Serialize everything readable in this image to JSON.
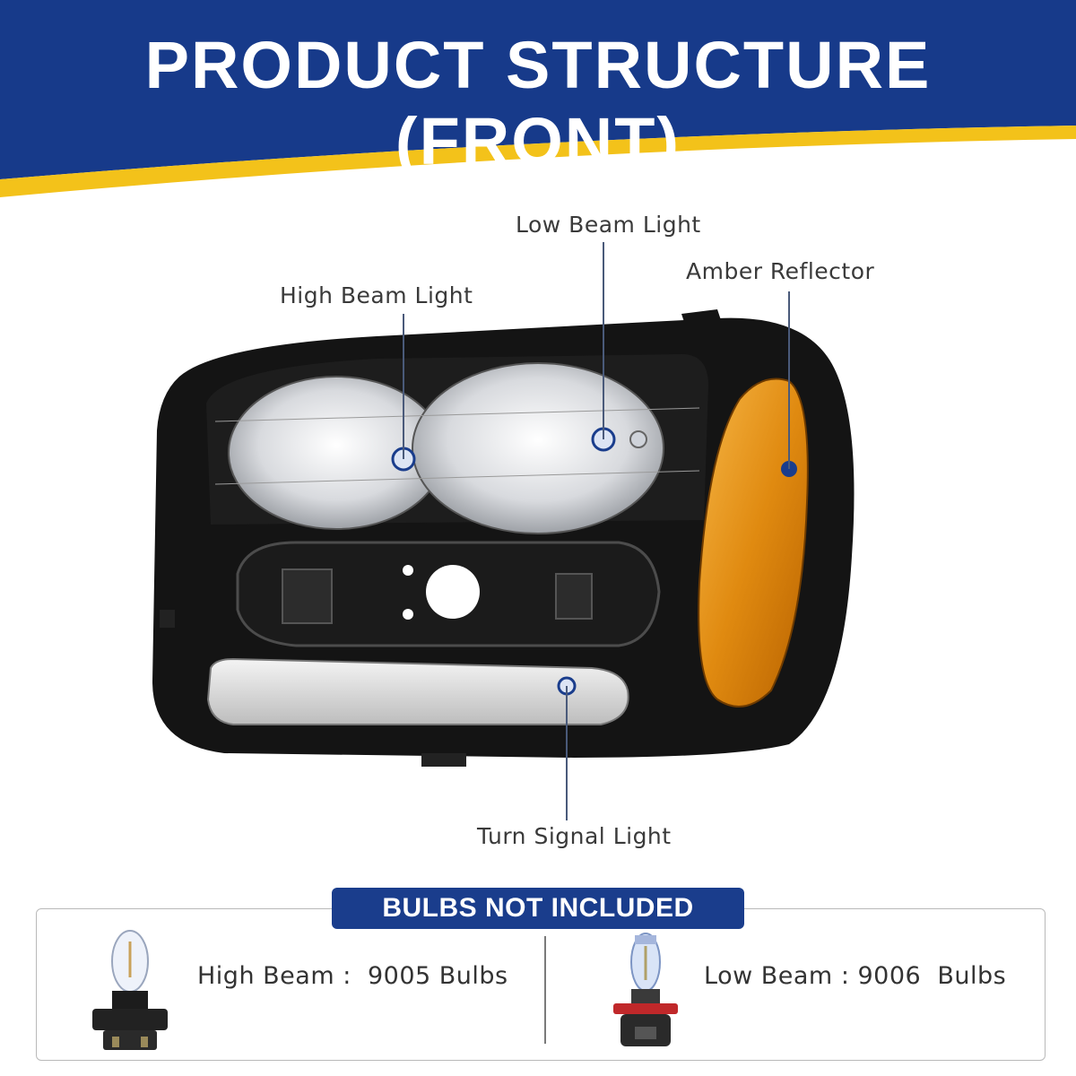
{
  "header": {
    "title": "PRODUCT STRUCTURE (FRONT)",
    "colors": {
      "banner": "#173a8a",
      "stripe": "#f3c21a"
    }
  },
  "callouts": {
    "low_beam": "Low Beam Light",
    "amber_reflector": "Amber Reflector",
    "high_beam": "High Beam Light",
    "turn_signal": "Turn Signal Light"
  },
  "bulbs": {
    "badge": "BULBS NOT INCLUDED",
    "high_beam": "High Beam :  9005 Bulbs",
    "low_beam": "Low Beam : 9006  Bulbs"
  },
  "colors": {
    "accent": "#1a3d8c",
    "amber": "#e08a10",
    "housing": "#141414"
  }
}
